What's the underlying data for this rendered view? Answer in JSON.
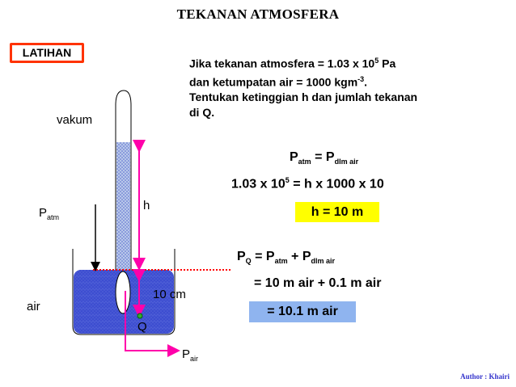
{
  "title": "TEKANAN ATMOSFERA",
  "badge": "LATIHAN",
  "question": {
    "line1_pre": "Jika tekanan atmosfera = 1.03 x 10",
    "line1_sup": "5",
    "line1_post": " Pa",
    "line2_pre": "dan ketumpatan air = 1000 kgm",
    "line2_sup": "-3",
    "line2_post": ".",
    "line3": "Tentukan ketinggian h dan jumlah tekanan",
    "line4": "di Q."
  },
  "diagram": {
    "vakum": "vakum",
    "patm_main": "P",
    "patm_sub": "atm",
    "h": "h",
    "ten_cm": "10 cm",
    "air": "air",
    "q": "Q",
    "pair_main": "P",
    "pair_sub": "air"
  },
  "solution": {
    "eq1_p1": "P",
    "eq1_s1": "atm",
    "eq1_mid": " = P",
    "eq1_s2": "dlm air",
    "eq2_pre": "1.03 x 10",
    "eq2_sup": "5",
    "eq2_post": " = h x 1000 x 10",
    "result1": "h = 10 m",
    "eq3_p1": "P",
    "eq3_s1": "Q",
    "eq3_m1": " = P",
    "eq3_s2": "atm",
    "eq3_m2": " + P",
    "eq3_s3": "dlm air",
    "eq4": "= 10 m air + 0.1 m air",
    "result2": "= 10.1 m air"
  },
  "author": "Author : Khairi",
  "colors": {
    "badge_border": "#ff3300",
    "water": "#3344cc",
    "arrow": "#ff00aa",
    "dotted_line": "#ff0000",
    "result1_bg": "#ffff00",
    "result2_bg": "#8fb4ef"
  }
}
